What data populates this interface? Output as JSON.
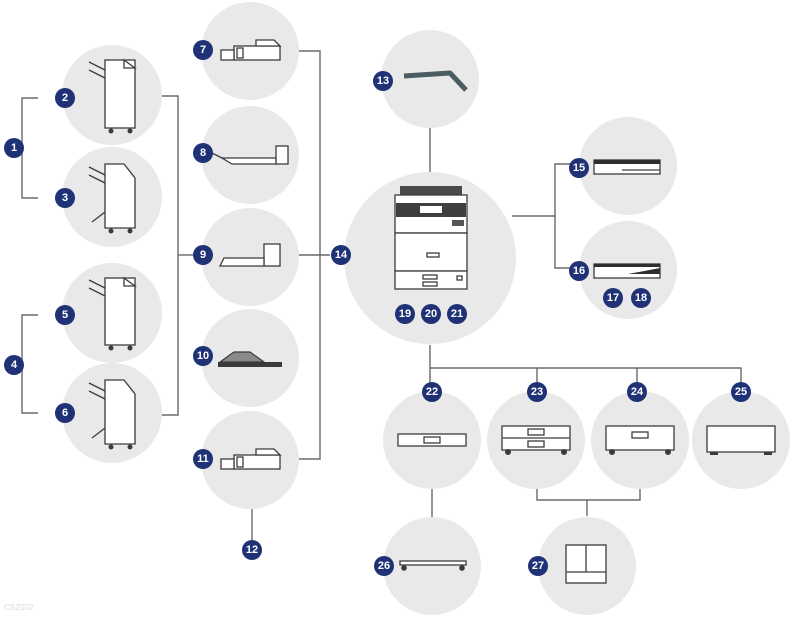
{
  "colors": {
    "badge": "#1f3276",
    "bubble": "#e9e9e9",
    "line": "#6a6a6a",
    "device_stroke": "#3c3c3c"
  },
  "badges": {
    "b1": "1",
    "b2": "2",
    "b3": "3",
    "b4": "4",
    "b5": "5",
    "b6": "6",
    "b7": "7",
    "b8": "8",
    "b9": "9",
    "b10": "10",
    "b11": "11",
    "b12": "12",
    "b13": "13",
    "b14": "14",
    "b15": "15",
    "b16": "16",
    "b17": "17",
    "b18": "18",
    "b19": "19",
    "b20": "20",
    "b21": "21",
    "b22": "22",
    "b23": "23",
    "b24": "24",
    "b25": "25",
    "b26": "26",
    "b27": "27"
  },
  "image_code": "CSZ002"
}
